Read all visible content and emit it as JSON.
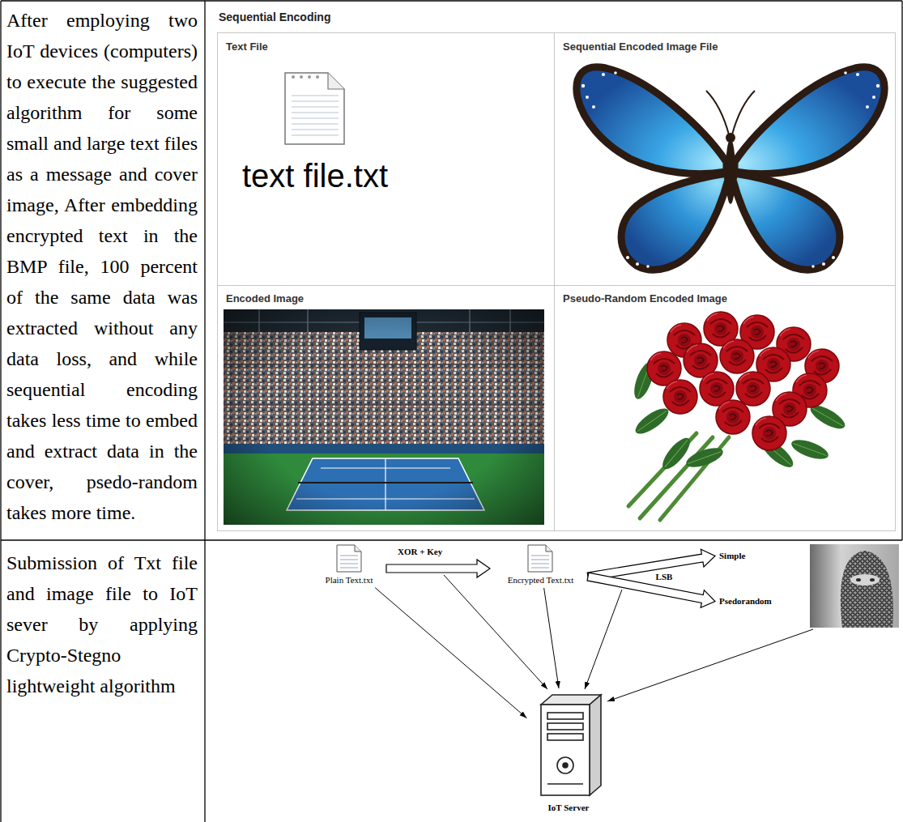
{
  "diagram": {
    "nodes": [
      {
        "text": [
          "After employing two IoT devices (computers) to execute the suggested algorithm for some small and large text files as a message and cover image, After embedding encrypted text in the BMP file, 100 percent of the same data was extracted without any data loss, and while sequential encoding takes less time to embed and extract data in the cover, psedo-random takes more time."
        ]
      },
      {
        "text": [
          "Sequential Encoding"
        ]
      },
      {
        "text": [
          "Text File",
          "text file.txt"
        ],
        "in": 1
      },
      {
        "text": [
          "Sequential Encoded Image File"
        ],
        "in": 1
      },
      {
        "text": [
          "Encoded Image"
        ],
        "in": 1
      },
      {
        "text": [
          "Pseudo-Random Encoded Image"
        ],
        "in": 1
      },
      {
        "text": [
          "Submission of Txt file and image file to IoT sever by applying Crypto-Stegno lightweight algorithm"
        ]
      },
      {
        "text": [
          "Plain Text.txt"
        ]
      },
      {
        "text": [
          "Encrypted Text.txt"
        ]
      },
      {
        "text": [
          "Simple"
        ]
      },
      {
        "text": [
          "Psedorandom"
        ]
      },
      {
        "text": [
          "IoT Server"
        ]
      }
    ],
    "edges": [
      {
        "from": 7,
        "to": 8,
        "label": "XOR + Key",
        "arrow": "to"
      },
      {
        "from": 8,
        "to": 9,
        "arrow": "to"
      },
      {
        "from": 8,
        "to": 10,
        "arrow": "to"
      },
      {
        "from": 7,
        "to": 11,
        "arrow": "to"
      },
      {
        "from": 8,
        "to": 11,
        "arrow": "to"
      }
    ],
    "labels": [
      "LSB"
    ]
  }
}
